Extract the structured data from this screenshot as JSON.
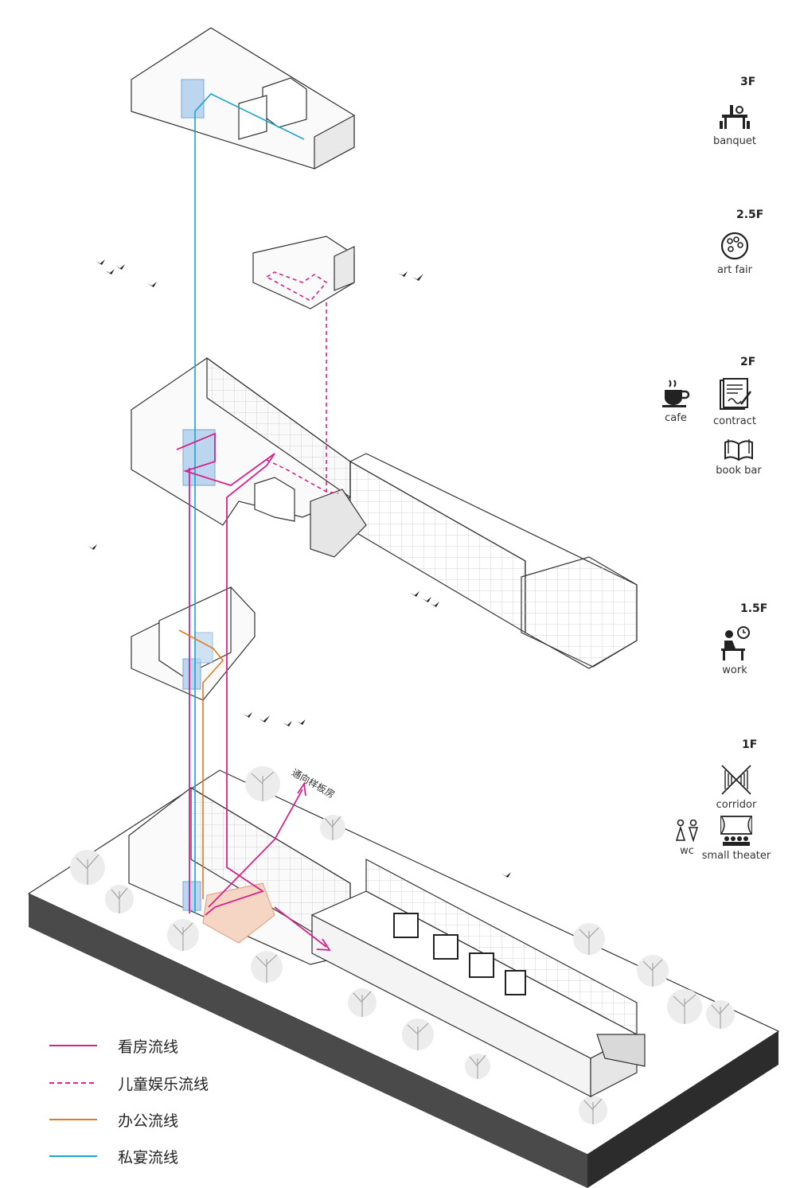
{
  "floors": [
    {
      "label": "3F",
      "functions": [
        {
          "icon": "banquet-icon",
          "label": "banquet"
        }
      ]
    },
    {
      "label": "2.5F",
      "functions": [
        {
          "icon": "palette-icon",
          "label": "art fair"
        }
      ]
    },
    {
      "label": "2F",
      "functions": [
        {
          "icon": "coffee-cup-icon",
          "label": "cafe"
        },
        {
          "icon": "contract-icon",
          "label": "contract"
        },
        {
          "icon": "book-icon",
          "label": "book bar"
        }
      ]
    },
    {
      "label": "1.5F",
      "functions": [
        {
          "icon": "work-desk-icon",
          "label": "work"
        }
      ]
    },
    {
      "label": "1F",
      "functions": [
        {
          "icon": "corridor-icon",
          "label": "corridor"
        },
        {
          "icon": "wc-icon",
          "label": "wc"
        },
        {
          "icon": "theater-icon",
          "label": "small theater"
        }
      ]
    }
  ],
  "annotation": "通向样板房",
  "legend": [
    {
      "label": "看房流线",
      "color": "#d6228a",
      "style": "solid"
    },
    {
      "label": "儿童娱乐流线",
      "color": "#d6228a",
      "style": "dashed"
    },
    {
      "label": "办公流线",
      "color": "#e07a1f",
      "style": "solid"
    },
    {
      "label": "私宴流线",
      "color": "#1aa3d4",
      "style": "solid"
    }
  ]
}
